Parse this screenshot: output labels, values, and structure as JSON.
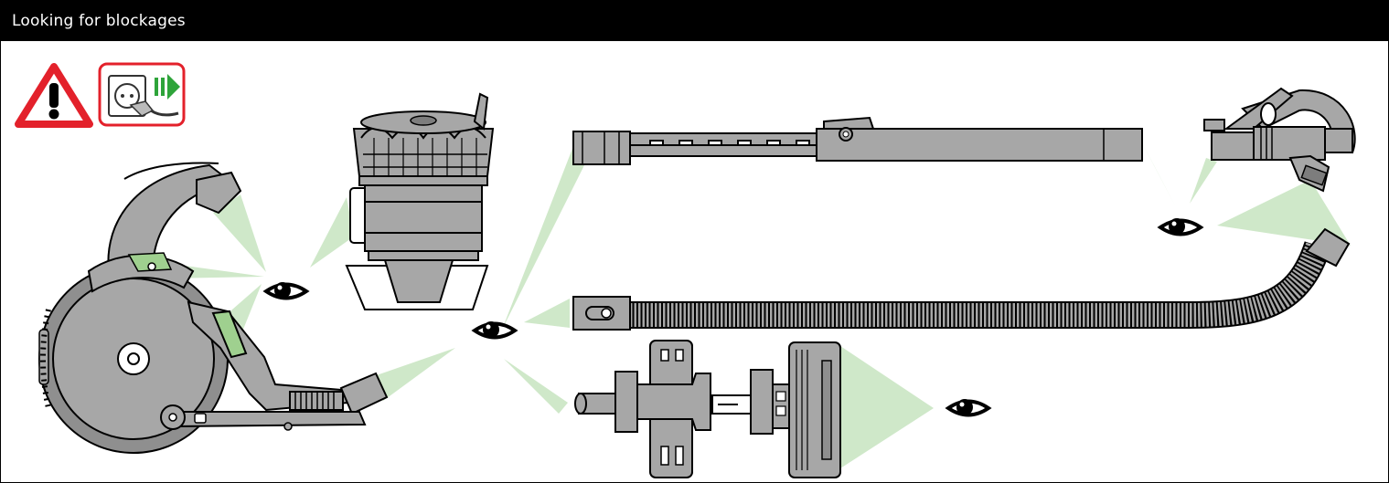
{
  "header": {
    "title": "Looking for blockages"
  },
  "warning_icons": [
    {
      "name": "warning-triangle-icon",
      "meaning": "caution"
    },
    {
      "name": "unplug-icon",
      "meaning": "unplug from mains"
    }
  ],
  "colors": {
    "header_background": "#000000",
    "header_text": "#ffffff",
    "part_fill": "#a7a7a7",
    "part_dark": "#7d7d7d",
    "highlight_green": "#cfe8c9",
    "accent_green": "#9fd08f",
    "warning_red": "#e3212b",
    "unplug_arrow_green": "#2ea43a"
  },
  "components": [
    "vacuum-body",
    "cyclone-bin",
    "wand-tube",
    "handle",
    "flexible-hose",
    "stair-tool",
    "brush-head"
  ]
}
